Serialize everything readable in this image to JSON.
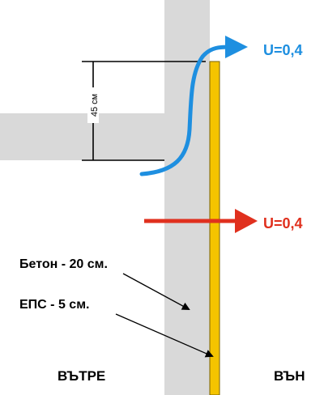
{
  "diagram": {
    "dimension_label": "45 см",
    "heat_flow_top_label": "U=0,4",
    "heat_flow_right_label": "U=0,4",
    "concrete_label": "Бетон - 20 см.",
    "eps_label": "ЕПС - 5 см.",
    "inside_label": "ВЪТРЕ",
    "outside_label": "ВЪН",
    "colors": {
      "concrete": "#d9d9d9",
      "insulation": "#f5c400",
      "insulation_edge": "#7a6200",
      "blue_arrow": "#1e8fe0",
      "blue_text": "#1e8fe0",
      "red_arrow": "#e0301e",
      "red_text": "#e0301e",
      "line": "#000000"
    }
  }
}
